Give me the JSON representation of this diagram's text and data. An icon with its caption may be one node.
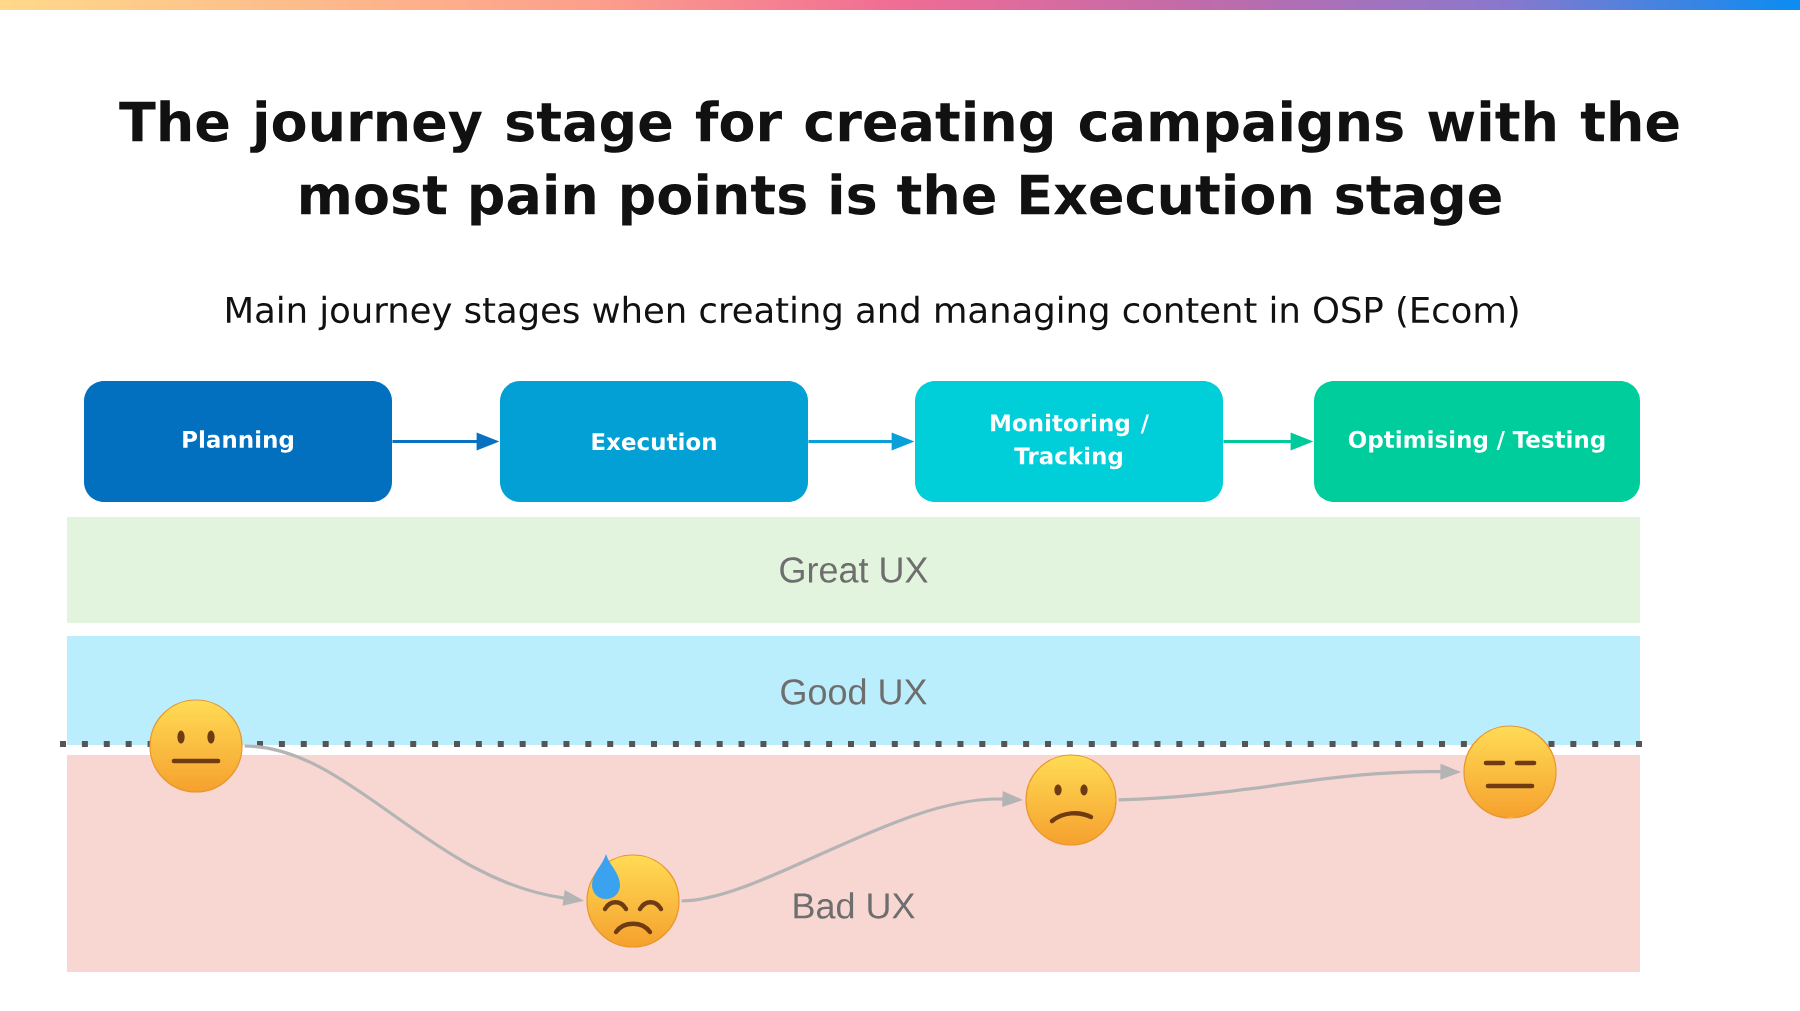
{
  "diagram": {
    "title": "The journey stage for creating campaigns with the most pain points is the Execution stage",
    "nodes": [
      {
        "text": [
          "Planning"
        ]
      },
      {
        "text": [
          "Execution"
        ]
      },
      {
        "text": [
          "Monitoring / Tracking"
        ]
      },
      {
        "text": [
          "Optimising / Testing"
        ]
      },
      {
        "text": [
          "Great UX"
        ]
      },
      {
        "text": [
          "Good UX"
        ]
      },
      {
        "text": [
          "Bad UX"
        ]
      },
      {
        "text": [],
        "shape": "picture"
      },
      {
        "text": [],
        "shape": "picture",
        "in": 6
      },
      {
        "text": [],
        "shape": "picture",
        "in": 6
      },
      {
        "text": [],
        "shape": "picture"
      }
    ],
    "edges": [
      {
        "from": 0,
        "to": 1,
        "arrow": "to",
        "color": "#0a70c0"
      },
      {
        "from": 1,
        "to": 2,
        "arrow": "to",
        "color": "#08a0d8"
      },
      {
        "from": 2,
        "to": 3,
        "arrow": "to",
        "color": "#00c99c"
      },
      {
        "from": 7,
        "to": 8,
        "arrow": "to"
      },
      {
        "from": 8,
        "to": 9,
        "arrow": "to"
      },
      {
        "from": 9,
        "to": 10,
        "arrow": "to"
      }
    ],
    "labels": [
      "Main journey stages when creating and managing content in OSP (Ecom)"
    ]
  }
}
